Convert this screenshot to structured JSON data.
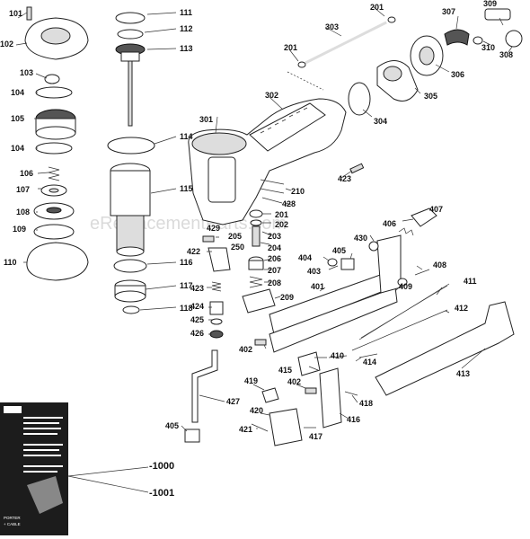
{
  "watermark": "eReplacementParts.com",
  "manual": {
    "brand_line1": "PORTER",
    "brand_line2": "+ CABLE"
  },
  "labels": [
    {
      "id": "101",
      "text": "101"
    },
    {
      "id": "102",
      "text": "102"
    },
    {
      "id": "103",
      "text": "103"
    },
    {
      "id": "104a",
      "text": "104"
    },
    {
      "id": "105",
      "text": "105"
    },
    {
      "id": "104b",
      "text": "104"
    },
    {
      "id": "106",
      "text": "106"
    },
    {
      "id": "107",
      "text": "107"
    },
    {
      "id": "108",
      "text": "108"
    },
    {
      "id": "109",
      "text": "109"
    },
    {
      "id": "110",
      "text": "110"
    },
    {
      "id": "111",
      "text": "111"
    },
    {
      "id": "112",
      "text": "112"
    },
    {
      "id": "113",
      "text": "113"
    },
    {
      "id": "114",
      "text": "114"
    },
    {
      "id": "115",
      "text": "115"
    },
    {
      "id": "116",
      "text": "116"
    },
    {
      "id": "117",
      "text": "117"
    },
    {
      "id": "118",
      "text": "118"
    },
    {
      "id": "201a",
      "text": "201"
    },
    {
      "id": "303",
      "text": "303"
    },
    {
      "id": "201b",
      "text": "201"
    },
    {
      "id": "307",
      "text": "307"
    },
    {
      "id": "309",
      "text": "309"
    },
    {
      "id": "310",
      "text": "310"
    },
    {
      "id": "308",
      "text": "308"
    },
    {
      "id": "306",
      "text": "306"
    },
    {
      "id": "302",
      "text": "302"
    },
    {
      "id": "305",
      "text": "305"
    },
    {
      "id": "301",
      "text": "301"
    },
    {
      "id": "304",
      "text": "304"
    },
    {
      "id": "423a",
      "text": "423"
    },
    {
      "id": "210",
      "text": "210"
    },
    {
      "id": "428",
      "text": "428"
    },
    {
      "id": "201c",
      "text": "201"
    },
    {
      "id": "202",
      "text": "202"
    },
    {
      "id": "407",
      "text": "407"
    },
    {
      "id": "406",
      "text": "406"
    },
    {
      "id": "429",
      "text": "429"
    },
    {
      "id": "205",
      "text": "205"
    },
    {
      "id": "203",
      "text": "203"
    },
    {
      "id": "250",
      "text": "250"
    },
    {
      "id": "204",
      "text": "204"
    },
    {
      "id": "430",
      "text": "430"
    },
    {
      "id": "422",
      "text": "422"
    },
    {
      "id": "206",
      "text": "206"
    },
    {
      "id": "404",
      "text": "404"
    },
    {
      "id": "405a",
      "text": "405"
    },
    {
      "id": "207",
      "text": "207"
    },
    {
      "id": "403",
      "text": "403"
    },
    {
      "id": "408",
      "text": "408"
    },
    {
      "id": "208",
      "text": "208"
    },
    {
      "id": "423b",
      "text": "423"
    },
    {
      "id": "401",
      "text": "401"
    },
    {
      "id": "409",
      "text": "409"
    },
    {
      "id": "411",
      "text": "411"
    },
    {
      "id": "209",
      "text": "209"
    },
    {
      "id": "424",
      "text": "424"
    },
    {
      "id": "412",
      "text": "412"
    },
    {
      "id": "425",
      "text": "425"
    },
    {
      "id": "426",
      "text": "426"
    },
    {
      "id": "402a",
      "text": "402"
    },
    {
      "id": "410",
      "text": "410"
    },
    {
      "id": "414",
      "text": "414"
    },
    {
      "id": "415",
      "text": "415"
    },
    {
      "id": "413",
      "text": "413"
    },
    {
      "id": "419",
      "text": "419"
    },
    {
      "id": "402b",
      "text": "402"
    },
    {
      "id": "418",
      "text": "418"
    },
    {
      "id": "427",
      "text": "427"
    },
    {
      "id": "420",
      "text": "420"
    },
    {
      "id": "416",
      "text": "416"
    },
    {
      "id": "405b",
      "text": "405"
    },
    {
      "id": "421",
      "text": "421"
    },
    {
      "id": "417",
      "text": "417"
    },
    {
      "id": "1000",
      "text": "-1000"
    },
    {
      "id": "1001",
      "text": "-1001"
    }
  ]
}
